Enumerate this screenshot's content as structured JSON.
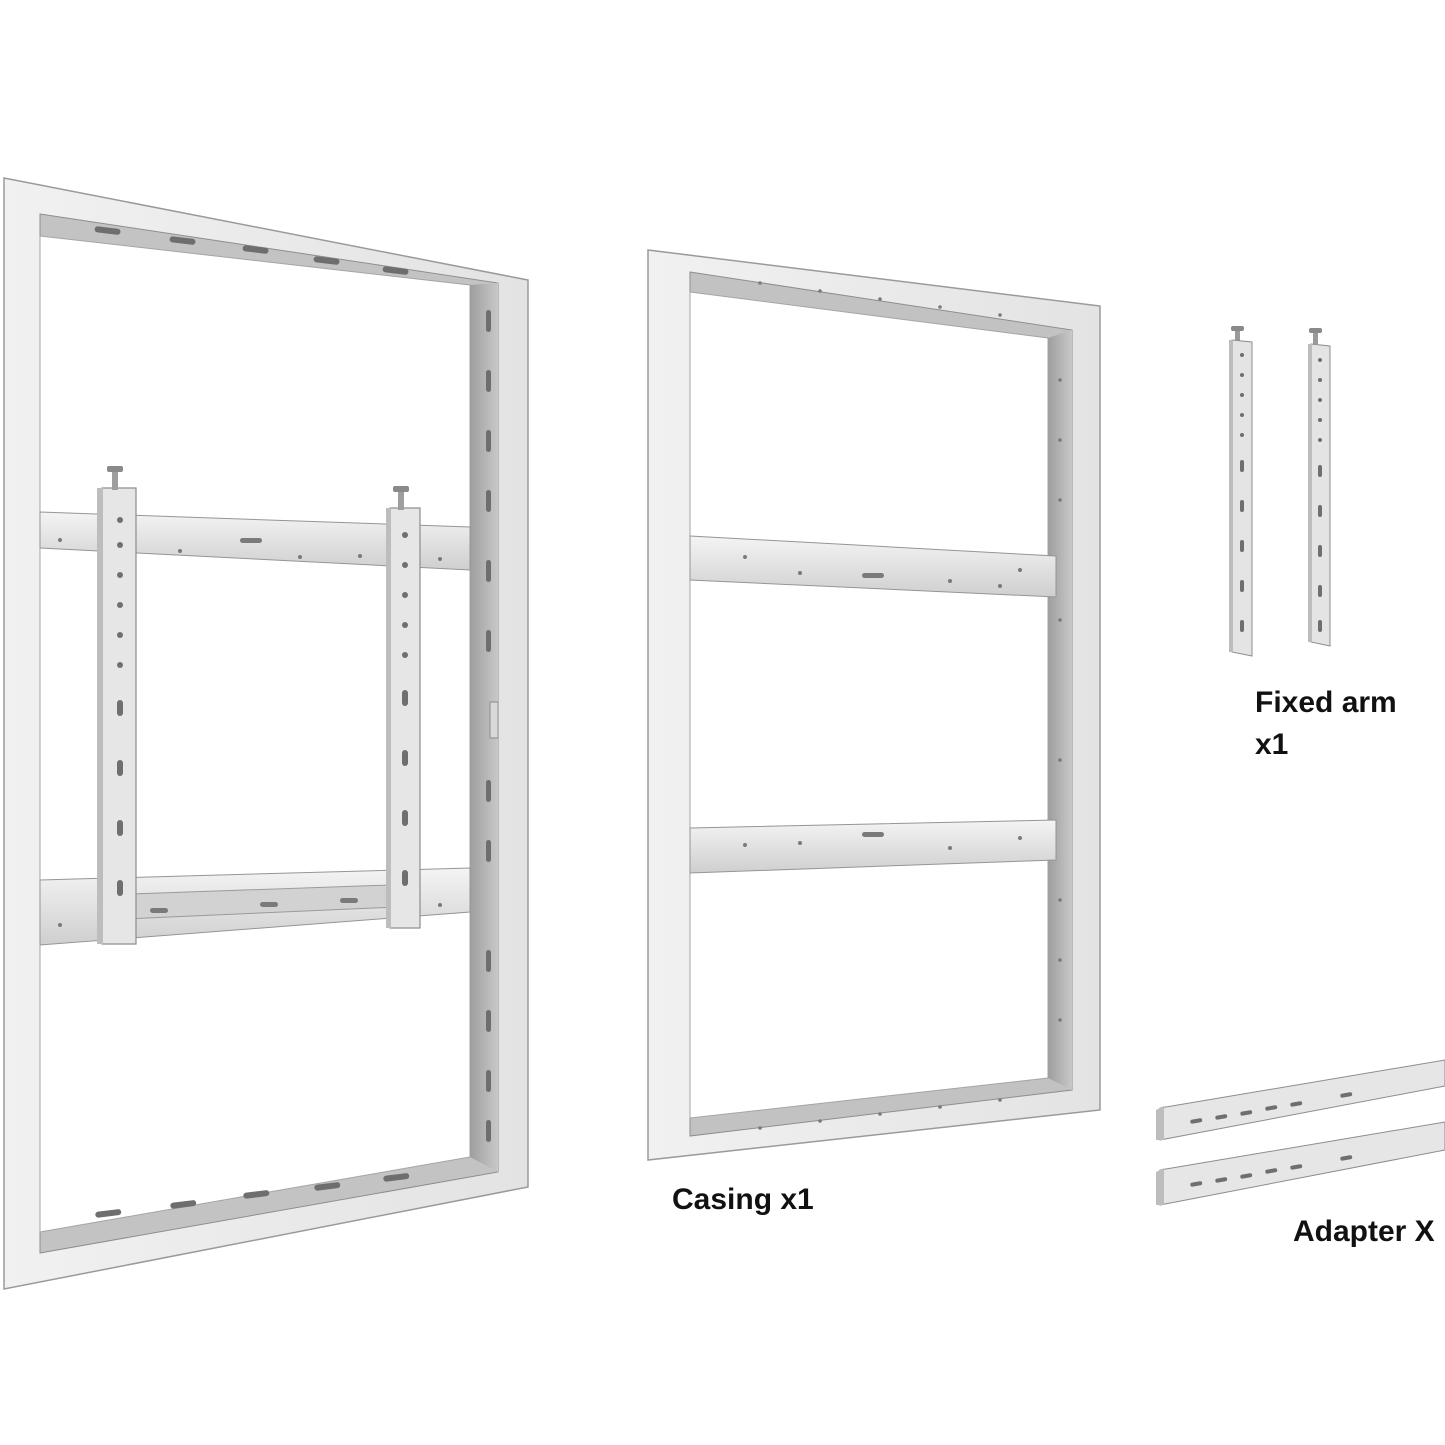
{
  "captions": {
    "casing": "Casing x1",
    "fixed_arm_line1": "Fixed arm",
    "fixed_arm_line2": "x1",
    "adapter": "Adapter X"
  },
  "colors": {
    "background": "#ffffff",
    "metal_face": "#eaeaea",
    "metal_inner": "#b9b9b9",
    "metal_edge": "#8f8f8f",
    "slot": "#7a7a7a"
  }
}
